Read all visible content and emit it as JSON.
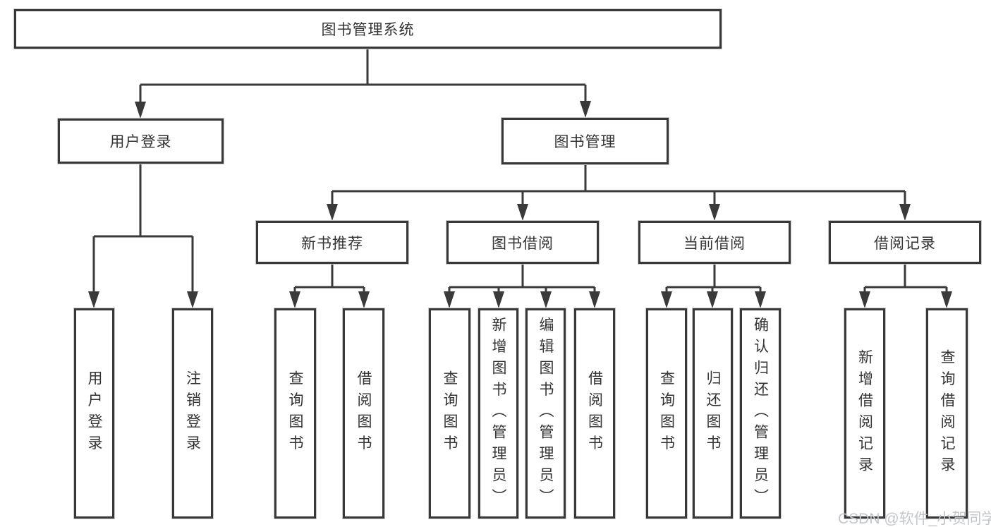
{
  "nodes": {
    "root": "图书管理系统",
    "user_login": "用户登录",
    "book_mgmt": "图书管理",
    "new_book_rec": "新书推荐",
    "book_borrow": "图书借阅",
    "current_borrow": "当前借阅",
    "borrow_records": "借阅记录",
    "ul_user_login": "用户登录",
    "ul_logout": "注销登录",
    "nb_query_books": "查询图书",
    "nb_borrow_books": "借阅图书",
    "bb_query_books": "查询图书",
    "bb_add_books": "新增图书（管理员）",
    "bb_edit_books": "编辑图书（管理员）",
    "bb_borrow_books": "借阅图书",
    "cb_query_books": "查询图书",
    "cb_return_books": "归还图书",
    "cb_confirm_return": "确认归还（管理员）",
    "br_add_record": "新增借阅记录",
    "br_query_record": "查询借阅记录"
  },
  "hierarchy": {
    "图书管理系统": {
      "用户登录": [
        "用户登录",
        "注销登录"
      ],
      "图书管理": {
        "新书推荐": [
          "查询图书",
          "借阅图书"
        ],
        "图书借阅": [
          "查询图书",
          "新增图书（管理员）",
          "编辑图书（管理员）",
          "借阅图书"
        ],
        "当前借阅": [
          "查询图书",
          "归还图书",
          "确认归还（管理员）"
        ],
        "借阅记录": [
          "新增借阅记录",
          "查询借阅记录"
        ]
      }
    }
  },
  "watermark": "CSDN @软件_小贺同学",
  "colors": {
    "line": "#3a3a3a",
    "box_border": "#383838",
    "text": "#333333",
    "background": "#ffffff",
    "watermark": "#c3c6ca"
  }
}
